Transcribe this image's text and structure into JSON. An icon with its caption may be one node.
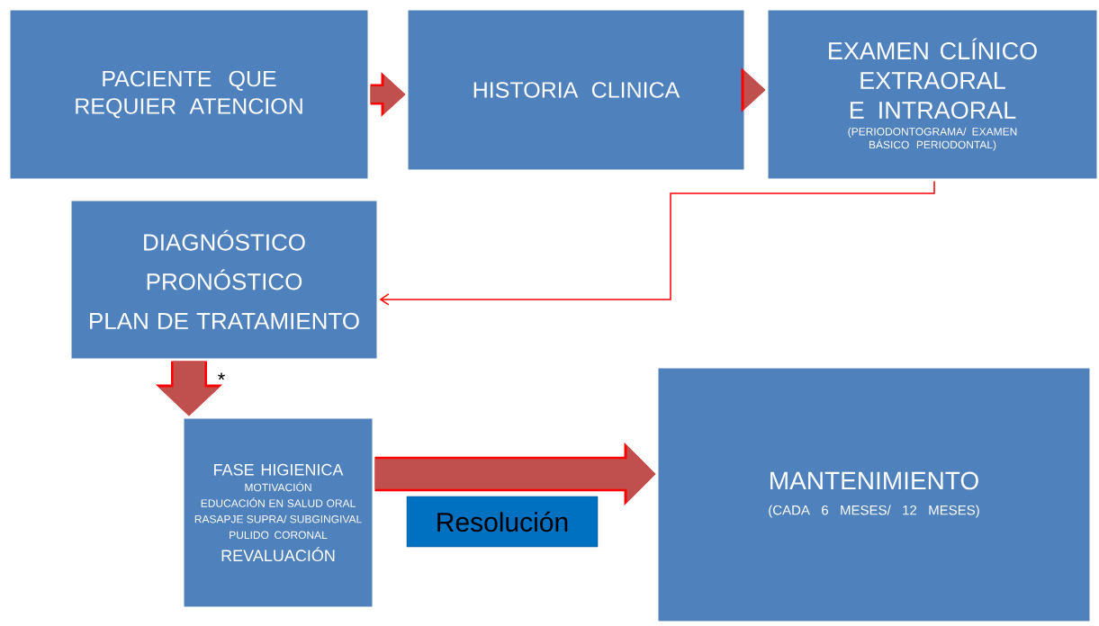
{
  "diagram": {
    "nodes": [
      {
        "text": [
          "PACIENTE QUE REQUIER ATENCION"
        ]
      },
      {
        "text": [
          "HISTORIA CLINICA"
        ]
      },
      {
        "text": [
          "EXAMEN CLÍNICO EXTRAORAL E INTRAORAL",
          "(PERIODONTOGRAMA/ EXAMEN BÁSICO PERIODONTAL)"
        ]
      },
      {
        "text": [
          "DIAGNÓSTICO",
          "PRONÓSTICO",
          "PLAN DE TRATAMIENTO"
        ]
      },
      {
        "text": [
          "FASE HIGIENICA",
          "MOTIVACIÓN",
          "EDUCACIÓN EN SALUD ORAL",
          "RASAPJE SUPRA/ SUBGINGIVAL",
          "PULIDO CORONAL",
          "REVALUACIÓN"
        ]
      },
      {
        "text": [
          "MANTENIMIENTO",
          "(CADA 6 MESES/ 12 MESES)"
        ]
      },
      {
        "text": [
          "Resolución"
        ]
      }
    ],
    "edges": [
      {
        "from": 0,
        "to": 1,
        "arrow": "to"
      },
      {
        "from": 1,
        "to": 2,
        "arrow": "to"
      },
      {
        "from": 2,
        "to": 3,
        "arrow": "to",
        "color": "#ff0000"
      },
      {
        "from": 3,
        "to": 4,
        "arrow": "to",
        "style": "thick"
      },
      {
        "from": 4,
        "to": 5,
        "arrow": "to",
        "style": "thick"
      }
    ],
    "labels": [
      "*"
    ]
  }
}
